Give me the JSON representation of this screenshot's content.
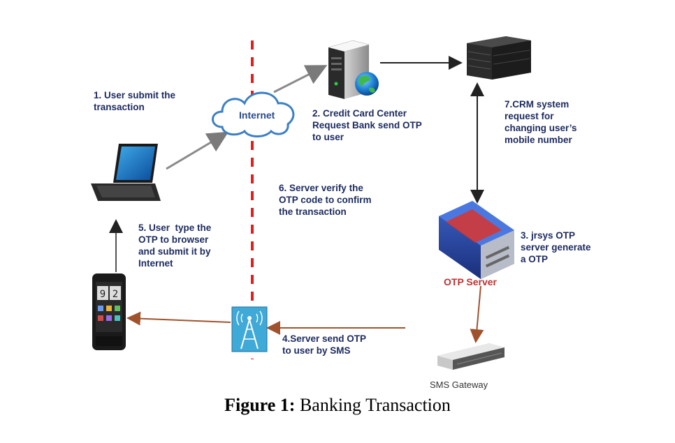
{
  "figure": {
    "caption_prefix": "Figure 1:",
    "caption_text": " Banking Transaction"
  },
  "labels": {
    "step1": "1. User submit the\ntransaction",
    "step2": "2. Credit Card Center\nRequest Bank send OTP\nto user",
    "step3": "3. jrsys OTP\nserver generate\na OTP",
    "step4": "4.Server send OTP\nto user by SMS",
    "step5": "5. User  type the\nOTP to browser\nand submit it by\nInternet",
    "step6": "6. Server verify the\nOTP code to confirm\nthe transaction",
    "step7": "7.CRM system\nrequest for\nchanging user’s\nmobile number",
    "internet": "Internet",
    "otp_server": "OTP Server",
    "sms_gateway": "SMS Gateway"
  },
  "colors": {
    "text": "#1c2a5e",
    "divider": "#e02020",
    "arrow_gray": "#8a8a8a",
    "arrow_brown": "#a0522d",
    "otp_server_label": "#c03030"
  },
  "icons": [
    "laptop-icon",
    "cloud-icon",
    "server-tower-icon",
    "globe-icon",
    "crm-server-icon",
    "otp-server-icon",
    "sms-gateway-icon",
    "cell-tower-icon",
    "smartphone-icon"
  ]
}
